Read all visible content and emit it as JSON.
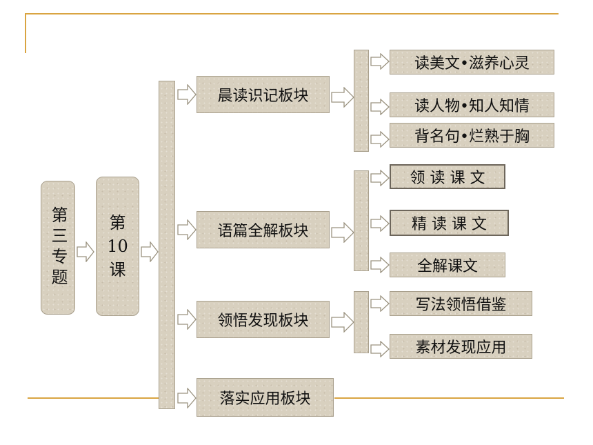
{
  "topic": "第三专题",
  "lesson": "第10课",
  "sections": [
    "晨读识记板块",
    "语篇全解板块",
    "领悟发现板块",
    "落实应用板块"
  ],
  "section1_items": [
    "读美文•滋养心灵",
    "读人物•知人知情",
    "背名句•烂熟于胸"
  ],
  "section2_items": [
    "领 读 课 文",
    "精 读 课 文",
    "全解课文"
  ],
  "section3_items": [
    "写法领悟借鉴",
    "素材发现应用"
  ],
  "colors": {
    "accent_line": "#d9a441",
    "box_fill": "#d8d0bf"
  }
}
